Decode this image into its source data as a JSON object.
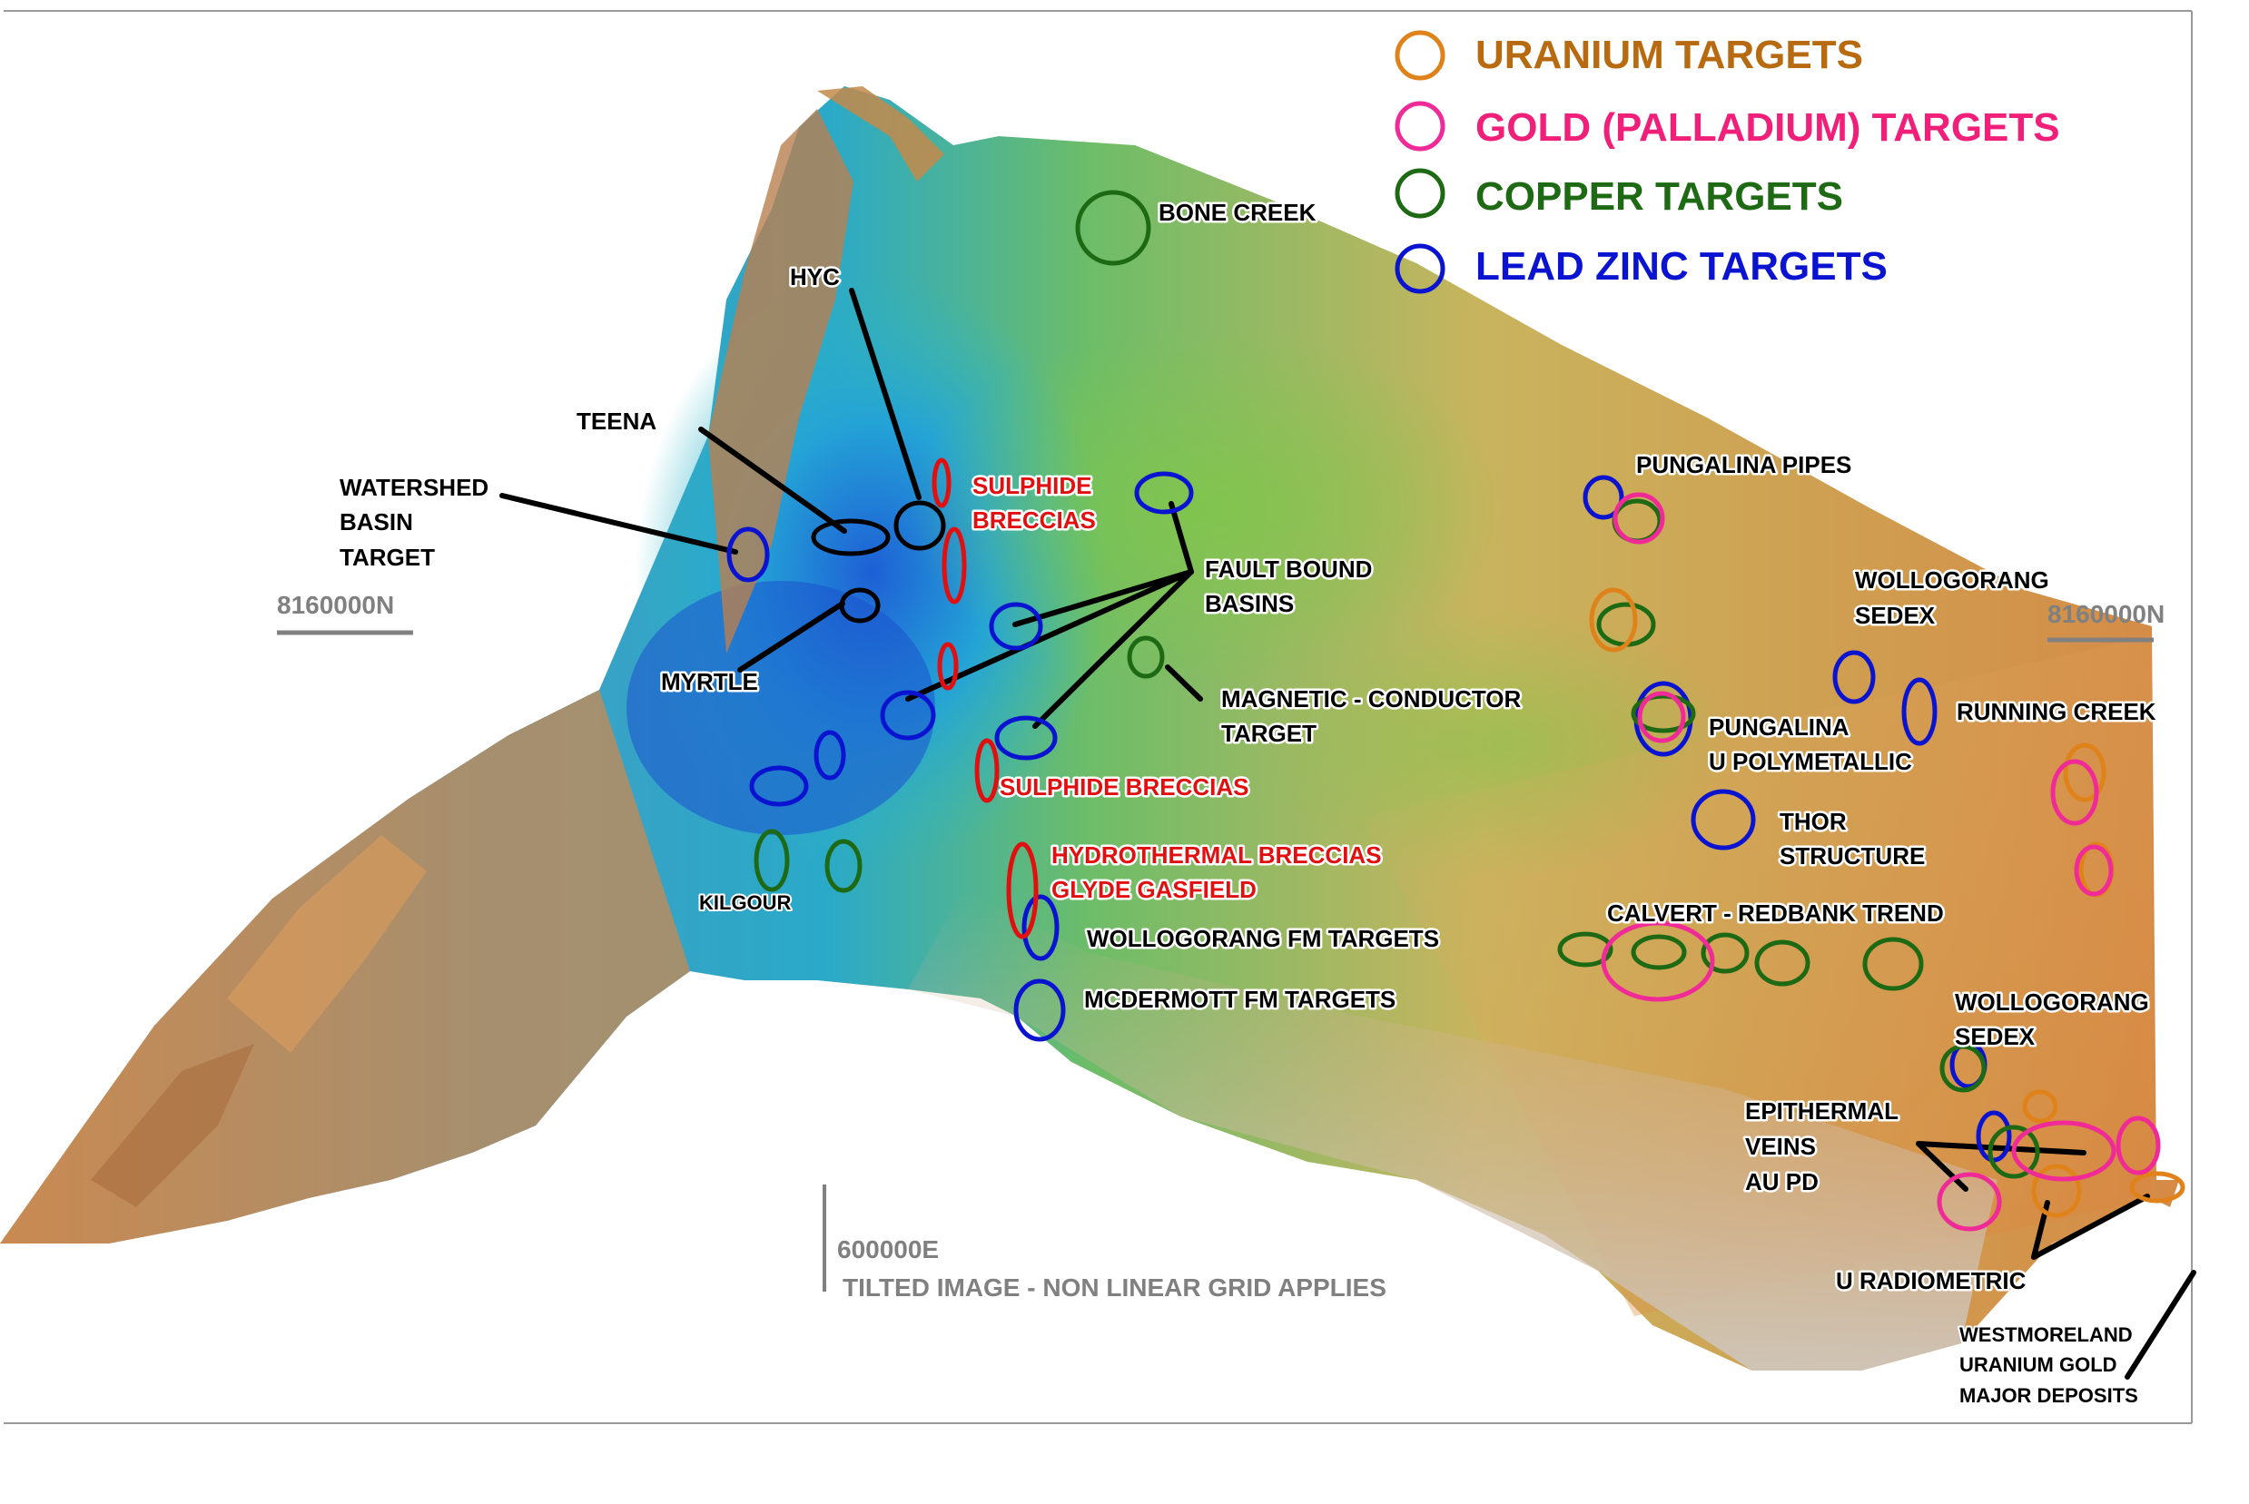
{
  "legend": {
    "items": [
      {
        "label": "URANIUM TARGETS",
        "color": "#e0821a",
        "text_color": "#b86a10"
      },
      {
        "label": "GOLD (PALLADIUM) TARGETS",
        "color": "#f02a96",
        "text_color": "#f0207a"
      },
      {
        "label": "COPPER TARGETS",
        "color": "#1e6a14",
        "text_color": "#1e6a14"
      },
      {
        "label": "LEAD ZINC TARGETS",
        "color": "#0a14d0",
        "text_color": "#0a14d0"
      }
    ]
  },
  "grid": {
    "north_left": "8160000N",
    "north_right": "8160000N",
    "east": "600000E",
    "note": "TILTED IMAGE - NON LINEAR GRID APPLIES"
  },
  "labels": {
    "bone_creek": "BONE CREEK",
    "hyc": "HYC",
    "teena": "TEENA",
    "watershed_1": "WATERSHED",
    "watershed_2": "BASIN",
    "watershed_3": "TARGET",
    "myrtle": "MYRTLE",
    "kilgour": "KILGOUR",
    "sulphide_breccias_1a": "SULPHIDE",
    "sulphide_breccias_1b": "BRECCIAS",
    "sulphide_breccias_2": "SULPHIDE BRECCIAS",
    "hydrothermal_breccias": "HYDROTHERMAL BRECCIAS",
    "glyde_gasfield": "GLYDE GASFIELD",
    "fault_bound_1": "FAULT BOUND",
    "fault_bound_2": "BASINS",
    "magnetic_1": "MAGNETIC - CONDUCTOR",
    "magnetic_2": "TARGET",
    "wollogorang_fm": "WOLLOGORANG FM TARGETS",
    "mcdermott_fm": "MCDERMOTT FM TARGETS",
    "pungalina_pipes": "PUNGALINA PIPES",
    "wollogorang_sedex_1a": "WOLLOGORANG",
    "wollogorang_sedex_1b": "SEDEX",
    "running_creek": "RUNNING CREEK",
    "pungalina_u_1": "PUNGALINA",
    "pungalina_u_2": "U POLYMETALLIC",
    "thor_1": "THOR",
    "thor_2": "STRUCTURE",
    "calvert": "CALVERT - REDBANK TREND",
    "wollogorang_sedex_2a": "WOLLOGORANG",
    "wollogorang_sedex_2b": "SEDEX",
    "epithermal_1": "EPITHERMAL",
    "epithermal_2": "VEINS",
    "epithermal_3": "AU PD",
    "u_radiometric": "U RADIOMETRIC",
    "westmoreland_1": "WESTMORELAND",
    "westmoreland_2": "URANIUM GOLD",
    "westmoreland_3": "MAJOR DEPOSITS"
  }
}
